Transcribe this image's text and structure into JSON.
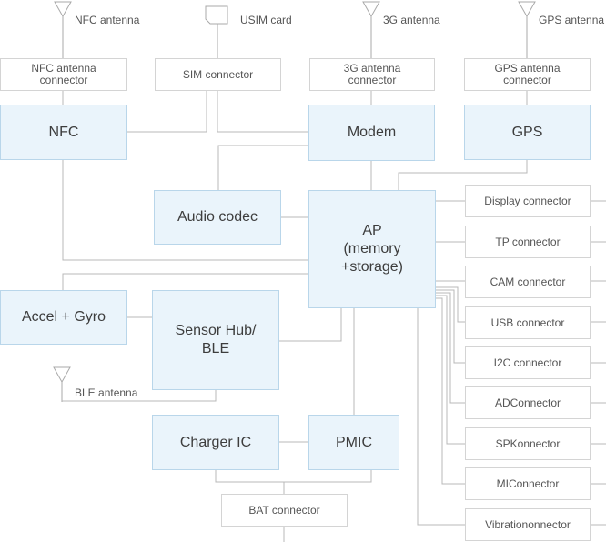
{
  "blocks": {
    "nfc": "NFC",
    "modem": "Modem",
    "gps": "GPS",
    "audio_codec": "Audio codec",
    "ap": "AP\n(memory\n+storage)",
    "accel_gyro": "Accel + Gyro",
    "sensor_hub": "Sensor Hub/\nBLE",
    "charger_ic": "Charger IC",
    "pmic": "PMIC"
  },
  "connectors": {
    "nfc_antenna_connector": "NFC antenna\nconnector",
    "sim_connector": "SIM connector",
    "antenna_3g_connector": "3G antenna\nconnector",
    "gps_antenna_connector": "GPS antenna\nconnector",
    "display_connector": "Display connector",
    "tp_connector": "TP connector",
    "cam_connector": "CAM connector",
    "usb_connector": "USB connector",
    "i2c_connector": "I2C connector",
    "ad_connector": "ADConnector",
    "spk_connector": "SPKonnector",
    "mi_connector": "MIConnector",
    "vibration_connector": "Vibrationonnector",
    "bat_connector": "BAT connector"
  },
  "labels": {
    "nfc_antenna": "NFC antenna",
    "usim_card": "USIM card",
    "antenna_3g": "3G antenna",
    "gps_antenna": "GPS antenna",
    "ble_antenna": "BLE antenna"
  },
  "colors": {
    "block_fill": "#eaf4fb",
    "block_border": "#b9d6ea",
    "line": "#b8b8b8",
    "text": "#3d3d3d"
  }
}
